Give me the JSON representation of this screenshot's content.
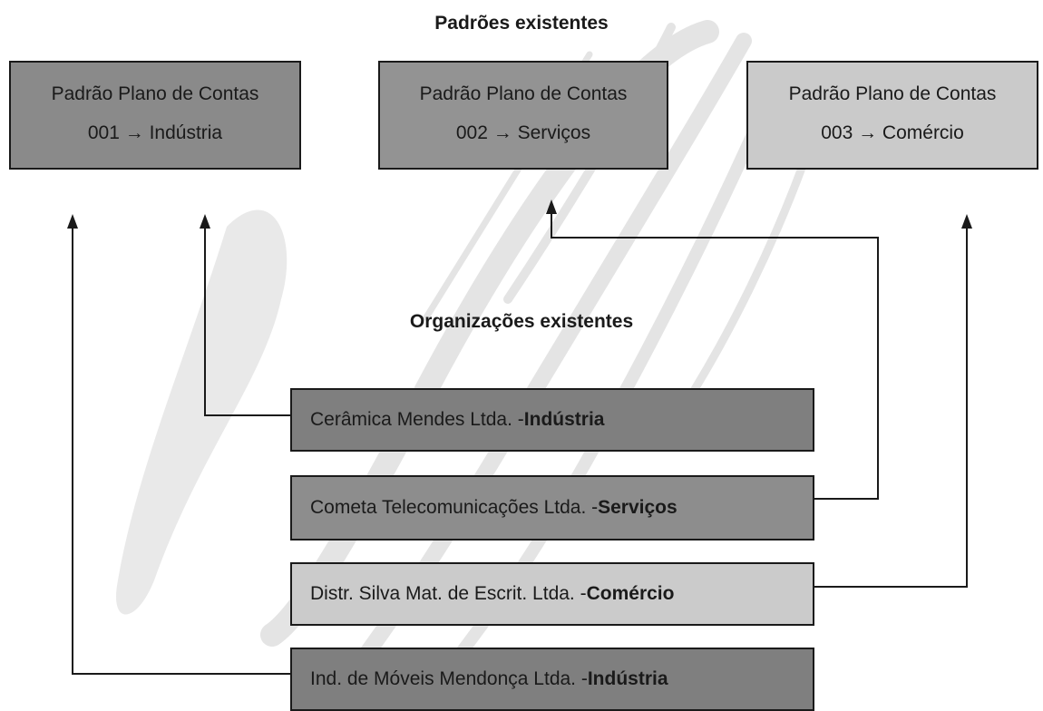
{
  "top_title": "Padrões existentes",
  "middle_title": "Organizações existentes",
  "patterns": [
    {
      "line1": "Padrão Plano de Contas",
      "line2": "001 → Indústria",
      "color": "#8a8a8a"
    },
    {
      "line1": "Padrão Plano de Contas",
      "line2": "002 → Serviços",
      "color": "#939393"
    },
    {
      "line1": "Padrão Plano de Contas",
      "line2": "003 → Comércio",
      "color": "#cacaca"
    }
  ],
  "organizations": [
    {
      "name": "Cerâmica Mendes Ltda. - ",
      "segment": "Indústria",
      "color": "#7f7f7f"
    },
    {
      "name": "Cometa Telecomunicações Ltda. - ",
      "segment": "Serviços",
      "color": "#8d8d8d"
    },
    {
      "name": "Distr. Silva Mat. de Escrit. Ltda. - ",
      "segment": "Comércio",
      "color": "#cbcbcb"
    },
    {
      "name": "Ind. de Móveis Mendonça Ltda. - ",
      "segment": "Indústria",
      "color": "#7f7f7f"
    }
  ]
}
